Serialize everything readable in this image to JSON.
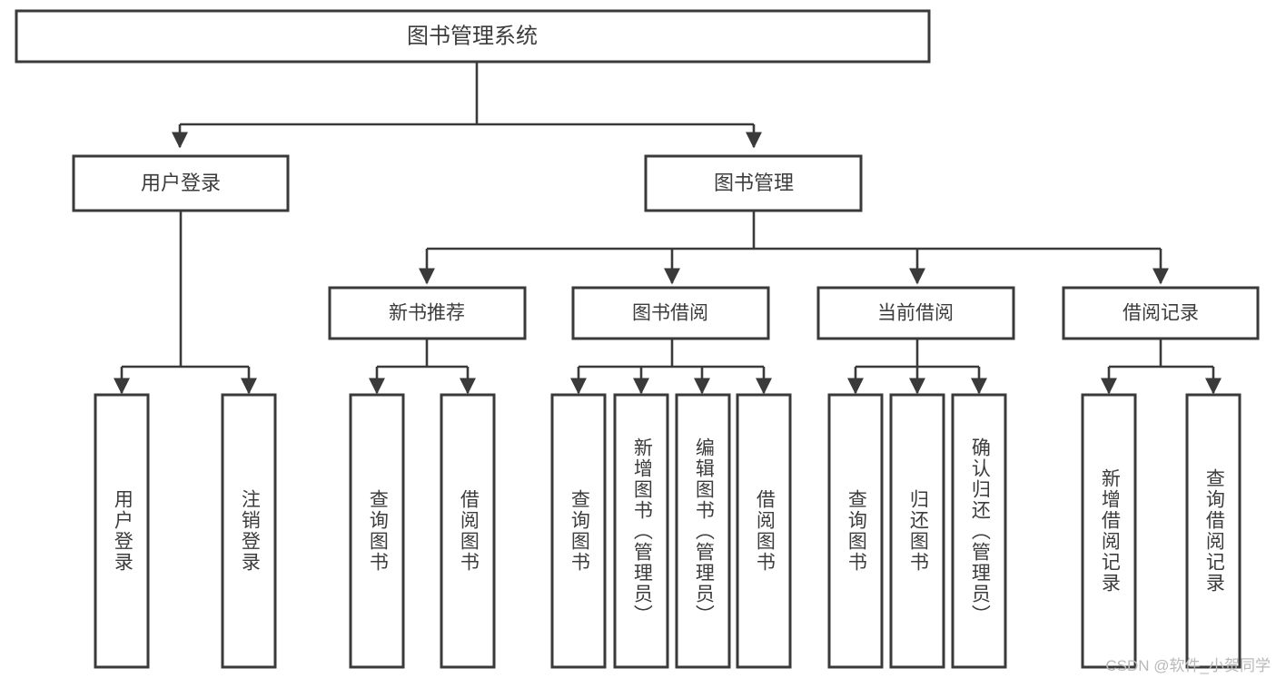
{
  "diagram": {
    "title": "图书管理系统",
    "type": "tree",
    "root": {
      "id": "root",
      "label": "图书管理系统",
      "children": [
        {
          "id": "user-login",
          "label": "用户登录",
          "children": [
            {
              "id": "user-login-do",
              "label": "用户登录"
            },
            {
              "id": "user-logout",
              "label": "注销登录"
            }
          ]
        },
        {
          "id": "book-manage",
          "label": "图书管理",
          "children": [
            {
              "id": "new-book-recommend",
              "label": "新书推荐",
              "children": [
                {
                  "id": "nb-query-book",
                  "label": "查询图书"
                },
                {
                  "id": "nb-borrow-book",
                  "label": "借阅图书"
                }
              ]
            },
            {
              "id": "book-borrow",
              "label": "图书借阅",
              "children": [
                {
                  "id": "bb-query-book",
                  "label": "查询图书"
                },
                {
                  "id": "bb-add-book",
                  "label": "新增图书（管理员）"
                },
                {
                  "id": "bb-edit-book",
                  "label": "编辑图书（管理员）"
                },
                {
                  "id": "bb-borrow-book",
                  "label": "借阅图书"
                }
              ]
            },
            {
              "id": "current-borrow",
              "label": "当前借阅",
              "children": [
                {
                  "id": "cb-query-book",
                  "label": "查询图书"
                },
                {
                  "id": "cb-return-book",
                  "label": "归还图书"
                },
                {
                  "id": "cb-confirm-return",
                  "label": "确认归还（管理员）"
                }
              ]
            },
            {
              "id": "borrow-record",
              "label": "借阅记录",
              "children": [
                {
                  "id": "br-add-record",
                  "label": "新增借阅记录"
                },
                {
                  "id": "br-query-record",
                  "label": "查询借阅记录"
                }
              ]
            }
          ]
        }
      ]
    },
    "colors": {
      "stroke": "#3a3a3a",
      "fill": "#ffffff",
      "text": "#3c3c3c",
      "watermark": "#b9b9b9",
      "background": "#ffffff"
    }
  },
  "watermark": {
    "text": "CSDN @软件_小贺同学"
  }
}
